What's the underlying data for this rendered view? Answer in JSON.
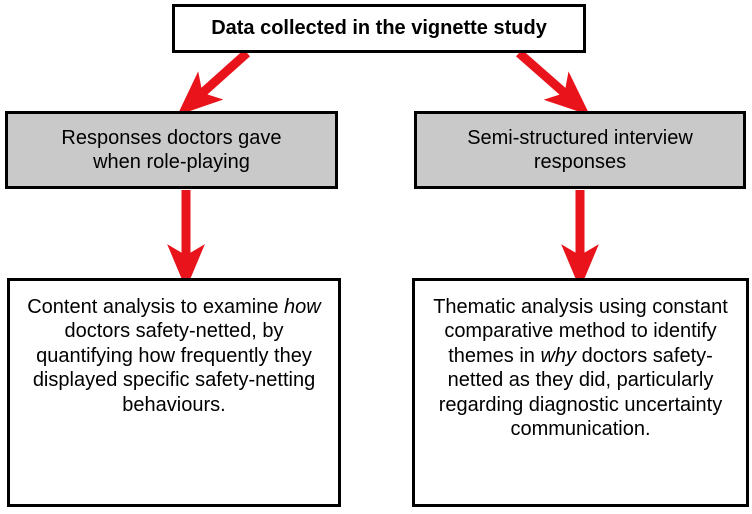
{
  "diagram": {
    "type": "flowchart",
    "title_text": "Data collected in the vignette study",
    "background_color": "#ffffff",
    "arrow_color": "#e8131b",
    "grey_fill": "#c9c9c9",
    "border_color": "#000000",
    "nodes": [
      {
        "id": "source",
        "label": "Data collected in the vignette study",
        "style": "white-bold",
        "row": 1
      },
      {
        "id": "roleplay",
        "label": "Responses doctors gave when role-playing",
        "line1": "Responses doctors gave",
        "line2": "when role-playing",
        "style": "grey",
        "row": 2
      },
      {
        "id": "interview",
        "label": "Semi-structured interview responses",
        "line1": "Semi-structured interview",
        "line2": "responses",
        "style": "grey",
        "row": 2
      },
      {
        "id": "content-analysis",
        "label": "Content analysis to examine how doctors safety-netted, by quantifying how frequently they displayed specific safety-netting behaviours.",
        "part1": "Content analysis to examine ",
        "emphasis": "how",
        "part2": " doctors safety-netted, by quantifying how frequently they displayed specific safety-netting behaviours.",
        "style": "white",
        "row": 3
      },
      {
        "id": "thematic-analysis",
        "label": "Thematic analysis using constant comparative method to identify themes in why doctors safety-netted as they did, particularly regarding diagnostic uncertainty communication.",
        "part1": "Thematic analysis using constant comparative method to identify themes in ",
        "emphasis": "why",
        "part2": " doctors safety-netted as they did, particularly regarding diagnostic uncertainty communication.",
        "style": "white",
        "row": 3
      }
    ],
    "edges": [
      {
        "id": "source-to-roleplay",
        "from": "source",
        "to": "roleplay",
        "shape": "diagonal-down-left"
      },
      {
        "id": "source-to-interview",
        "from": "source",
        "to": "interview",
        "shape": "diagonal-down-right"
      },
      {
        "id": "roleplay-to-content",
        "from": "roleplay",
        "to": "content-analysis",
        "shape": "vertical-down"
      },
      {
        "id": "interview-to-thematic",
        "from": "interview",
        "to": "thematic-analysis",
        "shape": "vertical-down"
      }
    ]
  }
}
